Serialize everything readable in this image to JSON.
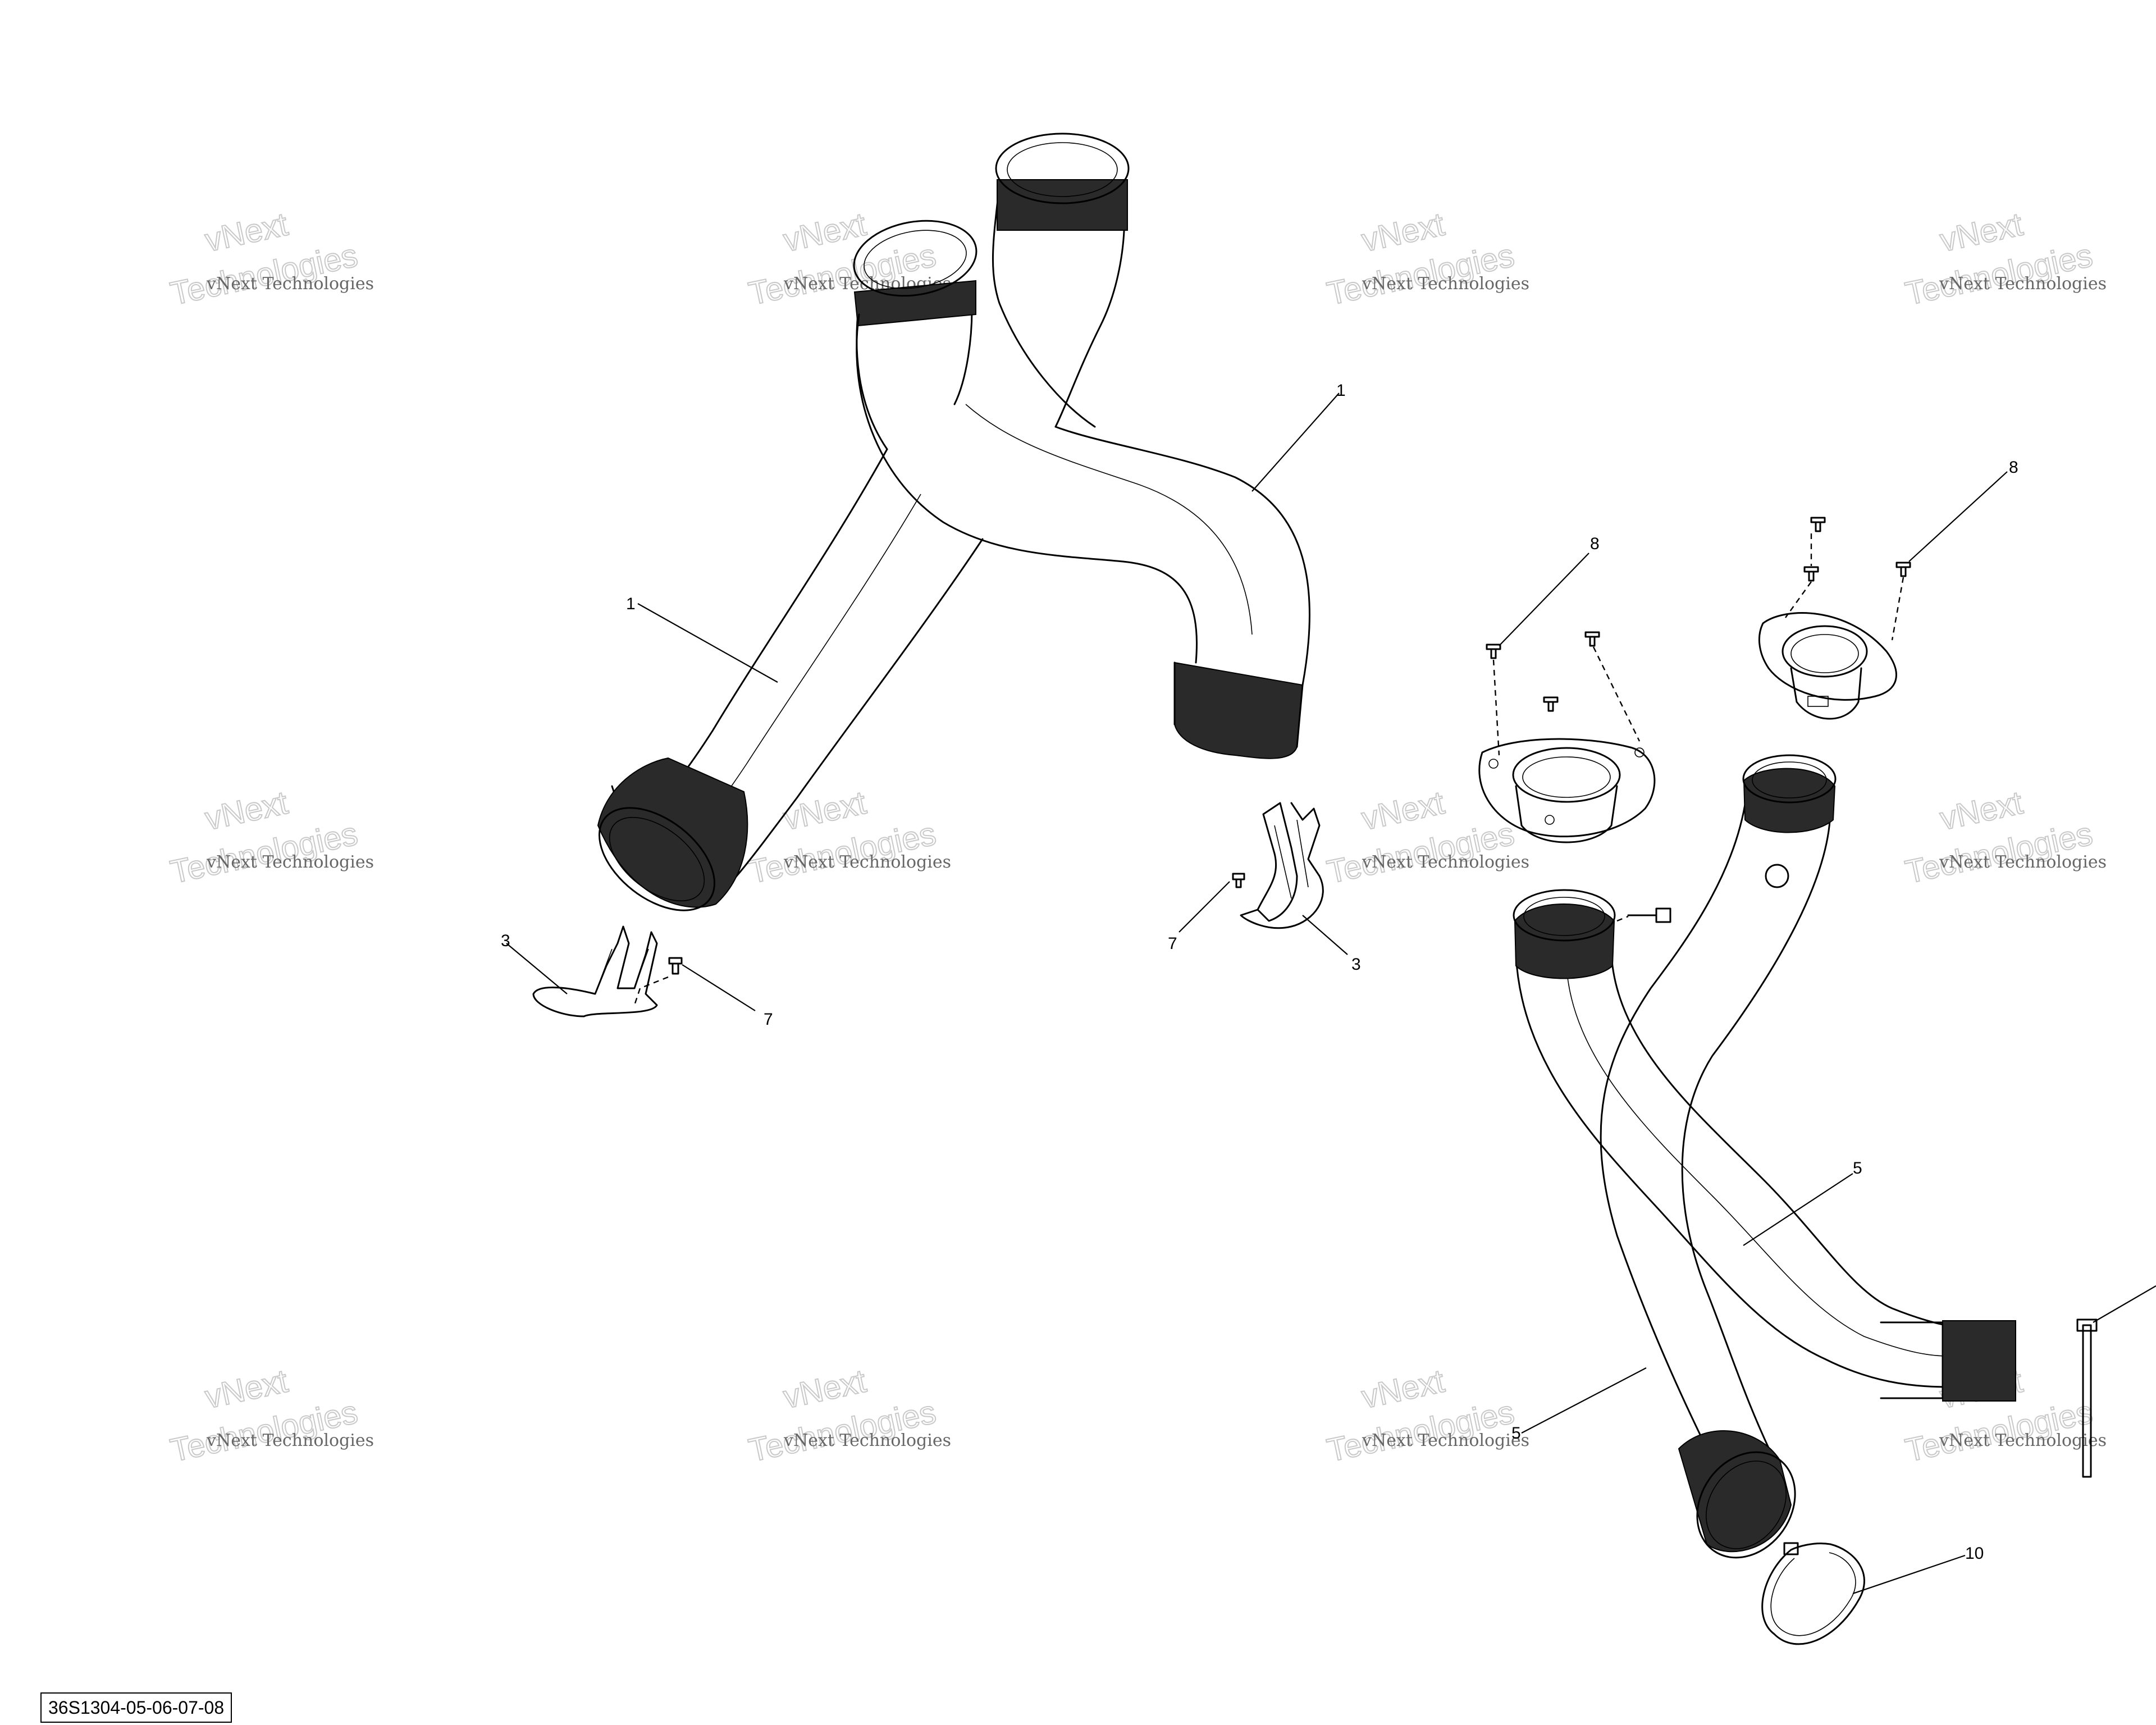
{
  "diagram_code": "36S1304-05-06-07-08",
  "watermark": {
    "line1": "vNext Technologies",
    "line2": "vNext",
    "line3": "Technologies"
  },
  "callouts": {
    "part_1_a": "1",
    "part_1_b": "1",
    "part_3_a": "3",
    "part_3_b": "3",
    "part_5_a": "5",
    "part_5_b": "5",
    "part_7_a": "7",
    "part_7_b": "7",
    "part_8_a": "8",
    "part_8_b": "8",
    "part_10": "10"
  }
}
